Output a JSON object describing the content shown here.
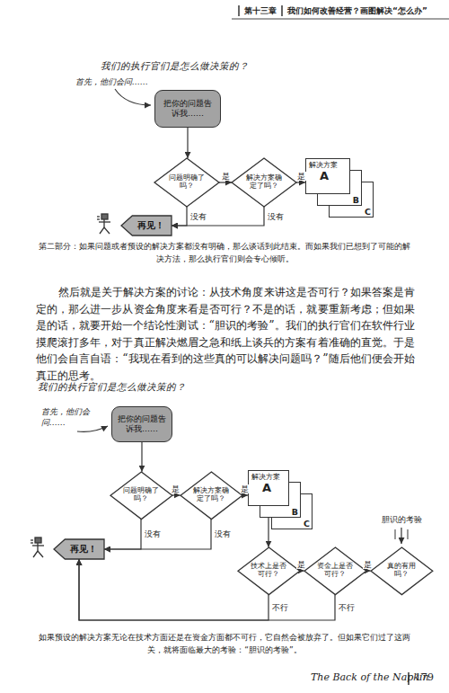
{
  "diagram": {
    "title": "我们的执行官们是怎么做决策的？",
    "caption": "第二部分：如果问题或者预设的解决方案都没有明确，那么谈话到此结束。而如果我们已想到了可能的解决方法，那么执行官们则会专心倾听。",
    "nodes": [
      {
        "text": [
          "把你的问题告诉我……"
        ]
      },
      {
        "text": [
          "问题明确了吗？"
        ]
      },
      {
        "text": [
          "解决方案确定了吗？"
        ]
      },
      {
        "text": [
          "解决方案",
          "A"
        ]
      },
      {
        "text": [
          "B"
        ]
      },
      {
        "text": [
          "C"
        ]
      },
      {
        "text": [
          "再见！"
        ]
      },
      {
        "text": [
          "把你的问题告诉我……"
        ]
      },
      {
        "text": [
          "问题明确了吗？"
        ]
      },
      {
        "text": [
          "解决方案确定了吗？"
        ]
      },
      {
        "text": [
          "解决方案",
          "A"
        ]
      },
      {
        "text": [
          "B"
        ]
      },
      {
        "text": [
          "C"
        ]
      },
      {
        "text": [
          "再见！"
        ]
      },
      {
        "text": [
          "技术上是否可行？"
        ]
      },
      {
        "text": [
          "资金上是否可行？"
        ]
      },
      {
        "text": [
          "真的有用吗？"
        ]
      }
    ],
    "edges": [
      {
        "from": 0,
        "to": 1,
        "arrow": "to"
      },
      {
        "from": 1,
        "to": 2,
        "label": "是",
        "arrow": "to"
      },
      {
        "from": 2,
        "to": 3,
        "label": "是",
        "arrow": "to"
      },
      {
        "from": 1,
        "to": 6,
        "label": "没有",
        "arrow": "to"
      },
      {
        "from": 2,
        "to": 6,
        "label": "没有",
        "arrow": "to"
      },
      {
        "from": 7,
        "to": 8,
        "arrow": "to"
      },
      {
        "from": 8,
        "to": 9,
        "label": "是",
        "arrow": "to"
      },
      {
        "from": 9,
        "to": 10,
        "label": "是",
        "arrow": "to"
      },
      {
        "from": 8,
        "to": 13,
        "label": "没有",
        "arrow": "to"
      },
      {
        "from": 9,
        "to": 13,
        "label": "没有",
        "arrow": "to"
      },
      {
        "from": 10,
        "to": 14,
        "arrow": "to"
      },
      {
        "from": 14,
        "to": 15,
        "label": "是",
        "arrow": "to"
      },
      {
        "from": 15,
        "to": 16,
        "label": "是",
        "arrow": "to"
      },
      {
        "from": 14,
        "to": 13,
        "label": "不行",
        "arrow": "to"
      },
      {
        "from": 15,
        "to": 13,
        "label": "不行",
        "arrow": "to"
      }
    ],
    "labels": [
      "第十三章",
      "我们如何改善经营？画图解决“怎么办”",
      "首先，他们会问……",
      "然后就是关于解决方案的讨论：从技术角度来讲这是否可行？如果答案是肯定的，那么进一步从资金角度来看是否可行？不是的话，就要重新考虑；但如果是的话，就要开始一个结论性测试：“胆识的考验”。我们的执行官们在软件行业摸爬滚打多年，对于真正解决燃眉之急和纸上谈兵的方案有着准确的直觉。于是他们会自言自语：“我现在看到的这些真的可以解决问题吗？”随后他们便会开始真正的思考。",
      "我们的执行官们是怎么做决策的？",
      "首先，他们会问……",
      "胆识的考验",
      "如果预设的解决方案无论在技术方面还是在资金方面都不可行，它自然会被放弃了。但如果它们过了这两关，就将面临最大的考验：“胆识的考验”。",
      "The Back of the Napkin",
      "179"
    ]
  }
}
